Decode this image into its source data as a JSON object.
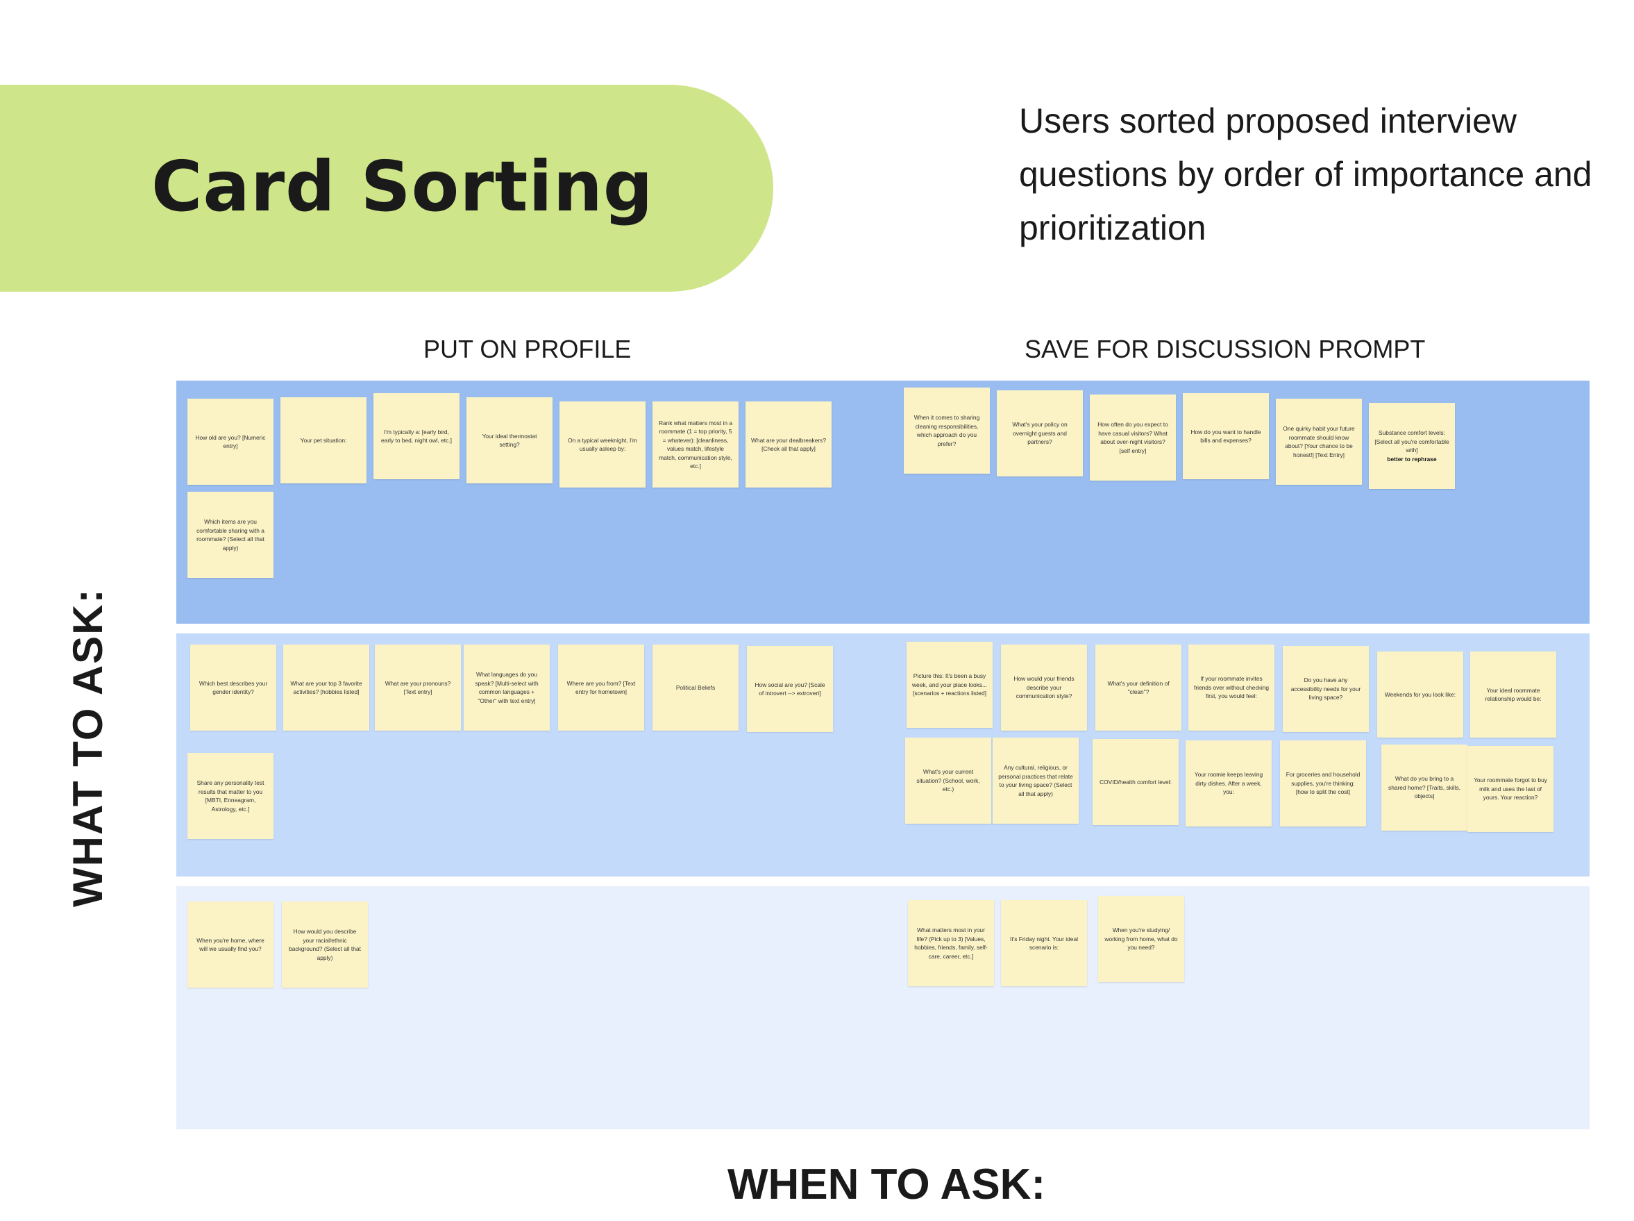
{
  "title": "Card Sorting",
  "description": "Users sorted proposed interview questions by order of importance and prioritization",
  "columns": {
    "left": "PUT ON PROFILE",
    "right": "SAVE FOR DISCUSSION PROMPT"
  },
  "rows_label": "WHAT TO ASK:",
  "bottom_label": "WHEN TO ASK:",
  "notes": {
    "p1": [
      "How old are you? [Numeric entry]",
      "Your pet situation:",
      "I'm typically a: [early bird, early to bed, night owl, etc.]",
      "Your ideal thermostat setting?",
      "On a typical weeknight, I'm usually asleep by:",
      "Rank what matters most in a roommate (1 = top priority, 5 = whatever): [cleanliness, values match, lifestyle match, communication style, etc.]",
      "What are your dealbreakers? [Check all that apply]",
      "Which items are you comfortable sharing with a roommate? (Select all that apply)"
    ],
    "d1": [
      "When it comes to sharing cleaning responsibilities, which approach do you prefer?",
      "What's your policy on overnight guests and partners?",
      "How often do you expect to have casual visitors? What about over-night visitors? [self entry]",
      "How do you want to handle bills and expenses?",
      "One quirky habit your future roommate should know about? [Your chance to be honest!] [Text Entry]",
      "Substance comfort levels: [Select all you're comfortable with]"
    ],
    "d1_bold": "better to rephrase",
    "p2": [
      "Which best describes your gender identity?",
      "What are your top 3 favorite activities? [hobbies listed]",
      "What are your pronouns? [Text entry]",
      "What languages do you speak? [Multi-select with common languages + \"Other\" with text entry]",
      "Where are you from? [Text entry for hometown]",
      "Political Beliefs",
      "How social are you? [Scale of introvert --> extrovert]",
      "Share any personality test results that matter to you [MBTI, Enneagram, Astrology, etc.]"
    ],
    "d2": [
      "Picture this: It's been a busy week, and your place looks... [scenarios + reactions listed]",
      "How would your friends describe your communication style?",
      "What's your definition of \"clean\"?",
      "If your roommate invites friends over without checking first, you would feel:",
      "Do you have any accessibility needs for your living space?",
      "Weekends for you look like:",
      "Your ideal roommate relationship would be:",
      "What's your current situation? (School, work, etc.)",
      "Any cultural, religious, or personal practices that relate to your living space? (Select all that apply)",
      "COVID/health comfort level:",
      "Your roomie keeps leaving dirty dishes. After a week, you:",
      "For groceries and household supplies, you're thinking: [how to split the cost]",
      "What do you bring to a shared home? [Traits, skills, objects]",
      "Your roommate forgot to buy milk and uses the last of yours. Your reaction?"
    ],
    "p3": [
      "When you're home, where will we usually find you?",
      "How would you describe your racial/ethnic background? (Select all that apply)"
    ],
    "d3": [
      "What matters most in your life? (Pick up to 3) [Values, hobbies, friends, family, self-care, career, etc.]",
      "It's Friday night. Your ideal scenario is:",
      "When you're studying/ working from home, what do you need?"
    ]
  },
  "colors": {
    "accent_green": "#cfe58a",
    "band_dark": "#99bdf0",
    "band_mid": "#c3dafa",
    "band_light": "#e8f0fd",
    "sticky_note": "#fbf3c6"
  }
}
